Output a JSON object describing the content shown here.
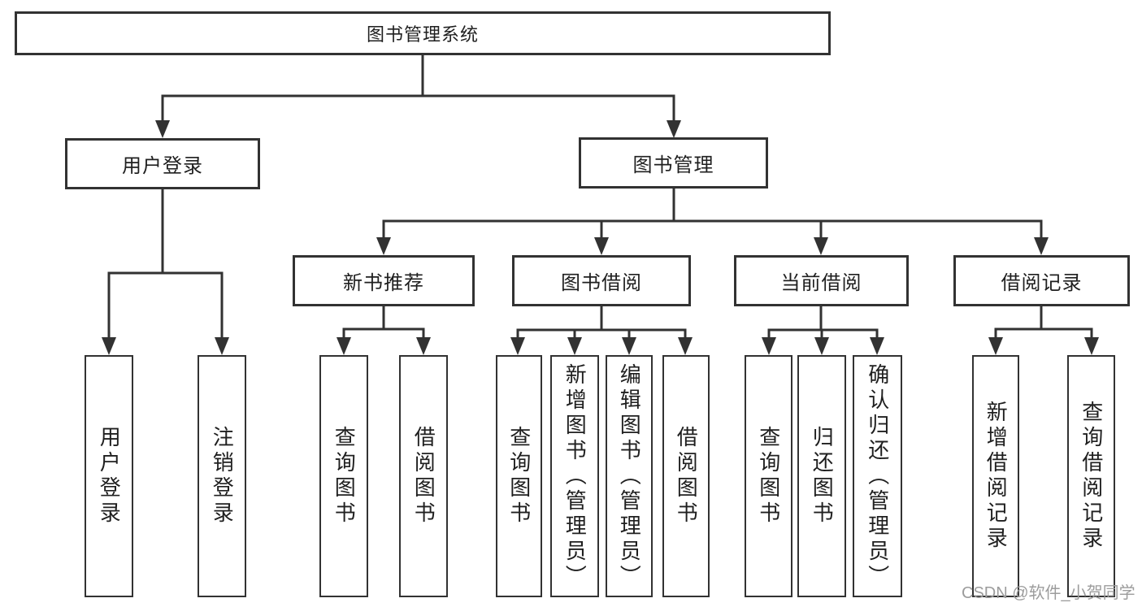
{
  "tree": {
    "label": "图书管理系统",
    "children": [
      {
        "label": "用户登录",
        "children": [
          {
            "label": "用户登录"
          },
          {
            "label": "注销登录"
          }
        ]
      },
      {
        "label": "图书管理",
        "children": [
          {
            "label": "新书推荐",
            "children": [
              {
                "label": "查询图书"
              },
              {
                "label": "借阅图书"
              }
            ]
          },
          {
            "label": "图书借阅",
            "children": [
              {
                "label": "查询图书"
              },
              {
                "label": "新增图书（管理员）"
              },
              {
                "label": "编辑图书（管理员）"
              },
              {
                "label": "借阅图书"
              }
            ]
          },
          {
            "label": "当前借阅",
            "children": [
              {
                "label": "查询图书"
              },
              {
                "label": "归还图书"
              },
              {
                "label": "确认归还（管理员）"
              }
            ]
          },
          {
            "label": "借阅记录",
            "children": [
              {
                "label": "新增借阅记录"
              },
              {
                "label": "查询借阅记录"
              }
            ]
          }
        ]
      }
    ]
  },
  "watermark": {
    "text": "CSDN @软件_小贺同学"
  },
  "colors": {
    "line": "#323232",
    "box_border": "#323232",
    "text": "#1f1f1f",
    "background": "#ffffff",
    "watermark": "#9c9c9c"
  }
}
